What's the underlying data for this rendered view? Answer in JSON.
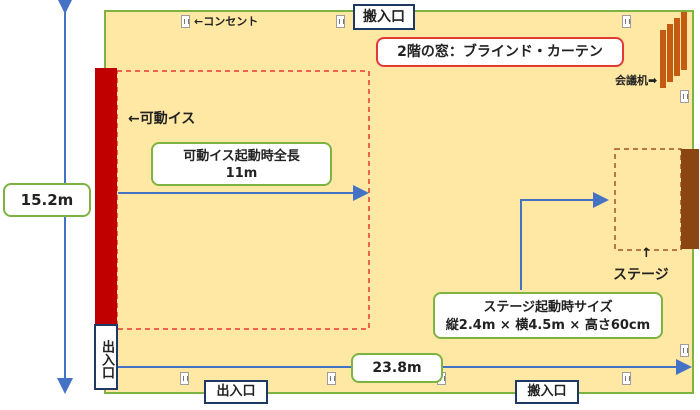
{
  "height_dim": "15.2m",
  "width_dim": "23.8m",
  "outlet_label": "←コンセント",
  "entrances": {
    "top": "搬入口",
    "bottom_left": "出入口",
    "bottom_right": "搬入口",
    "left_vertical": "出入口"
  },
  "window_note": "2階の窓：ブラインド・カーテン",
  "meeting_desk": "会議机➡",
  "movable_seats": "←可動イス",
  "seats_length_box": {
    "line1": "可動イス起動時全長",
    "line2": "11m"
  },
  "stage_label": "ステージ",
  "stage_arrow": "↑",
  "stage_size_box": {
    "line1": "ステージ起動時サイズ",
    "line2": "縦2.4m × 横4.5m × 高さ60cm"
  },
  "colors": {
    "floor": "#ffe8a3",
    "room_border": "#7cb342",
    "seats": "#c00000",
    "stage": "#8b4513",
    "dimension_line": "#4472c4",
    "dashed_area": "#e53935",
    "stage_dashed": "#a0522d"
  }
}
